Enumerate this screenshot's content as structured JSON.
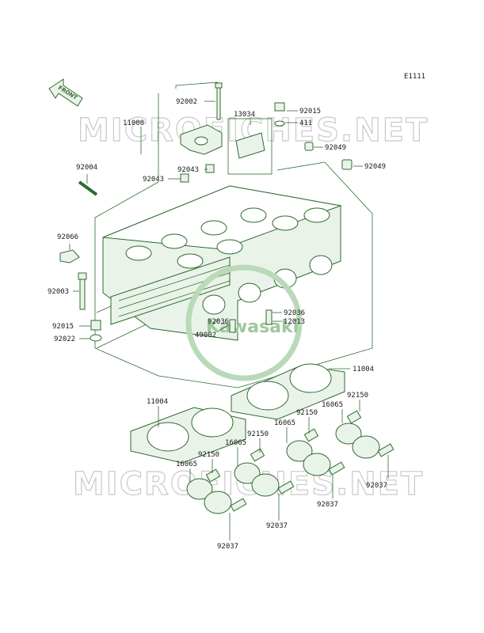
{
  "code": "E1111",
  "front_label": "FRONT",
  "watermarks": [
    "MICROFICHES.NET",
    "MICROFICHES.NET"
  ],
  "brand_logo": "Kawasaki",
  "colors": {
    "line": "#2e6b2e",
    "fill": "#eaf3ea",
    "watermark": "#c9c9c9"
  },
  "labels": {
    "p92002": "92002",
    "p13034": "13034",
    "p92015_top": "92015",
    "p411": "411",
    "p11008": "11008",
    "p92049_a": "92049",
    "p92049_b": "92049",
    "p92004": "92004",
    "p92043_a": "92043",
    "p92043_b": "92043",
    "p92066": "92066",
    "p92003": "92003",
    "p92036_a": "92036",
    "p92036_b": "92036",
    "p12013": "12013",
    "p92015_left": "92015",
    "p49002": "49002",
    "p92022": "92022",
    "p11004_a": "11004",
    "p11004_b": "11004",
    "p92150_a": "92150",
    "p16065_a": "16065",
    "p92150_b": "92150",
    "p16065_b": "16065",
    "p92150_c": "92150",
    "p16065_c": "16065",
    "p92150_d": "92150",
    "p16065_d": "16065",
    "p92037_a": "92037",
    "p92037_b": "92037",
    "p92037_c": "92037",
    "p92037_d": "92037"
  }
}
